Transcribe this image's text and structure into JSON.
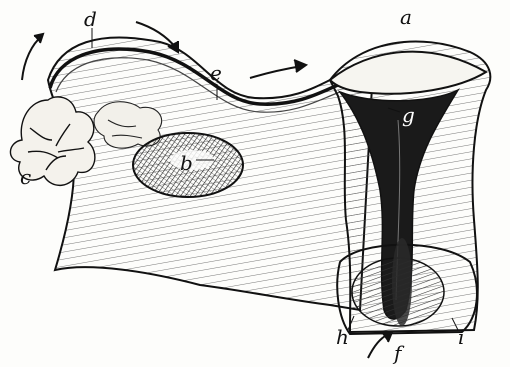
{
  "figure": {
    "labels": {
      "a": "a",
      "b": "b",
      "c": "c",
      "d": "d",
      "e": "e",
      "f": "f",
      "g": "g",
      "h": "h",
      "i": "i"
    },
    "colors": {
      "ink": "#111111",
      "tissue": "#e9e6df",
      "cavity": "#1a1a1a",
      "paper": "#fdfdfb"
    }
  }
}
